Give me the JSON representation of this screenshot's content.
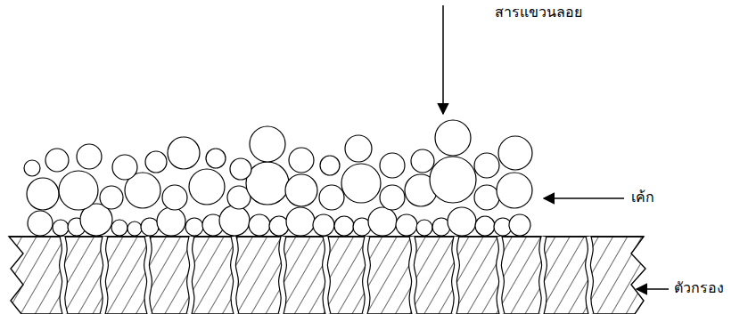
{
  "diagram": {
    "labels": [
      "สารแขวนลอย",
      "เค้ก",
      "ตัวกรอง"
    ]
  }
}
